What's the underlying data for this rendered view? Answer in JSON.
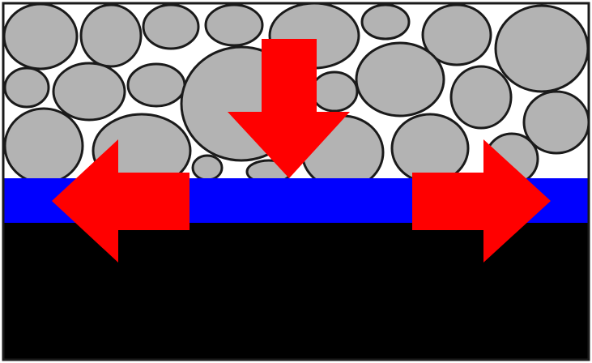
{
  "diagram": {
    "layers": [
      {
        "name": "particle-layer",
        "fill": "#ffffff"
      },
      {
        "name": "interlayer",
        "fill": "#0000ff"
      },
      {
        "name": "substrate",
        "fill": "#000000"
      }
    ],
    "particle_style": {
      "fill": "#b3b3b3",
      "stroke": "#1a1a1a"
    },
    "arrow_color": "#ff0000",
    "arrows": [
      {
        "name": "down-arrow-icon",
        "direction": "down"
      },
      {
        "name": "left-arrow-icon",
        "direction": "left"
      },
      {
        "name": "right-arrow-icon",
        "direction": "right"
      }
    ]
  }
}
